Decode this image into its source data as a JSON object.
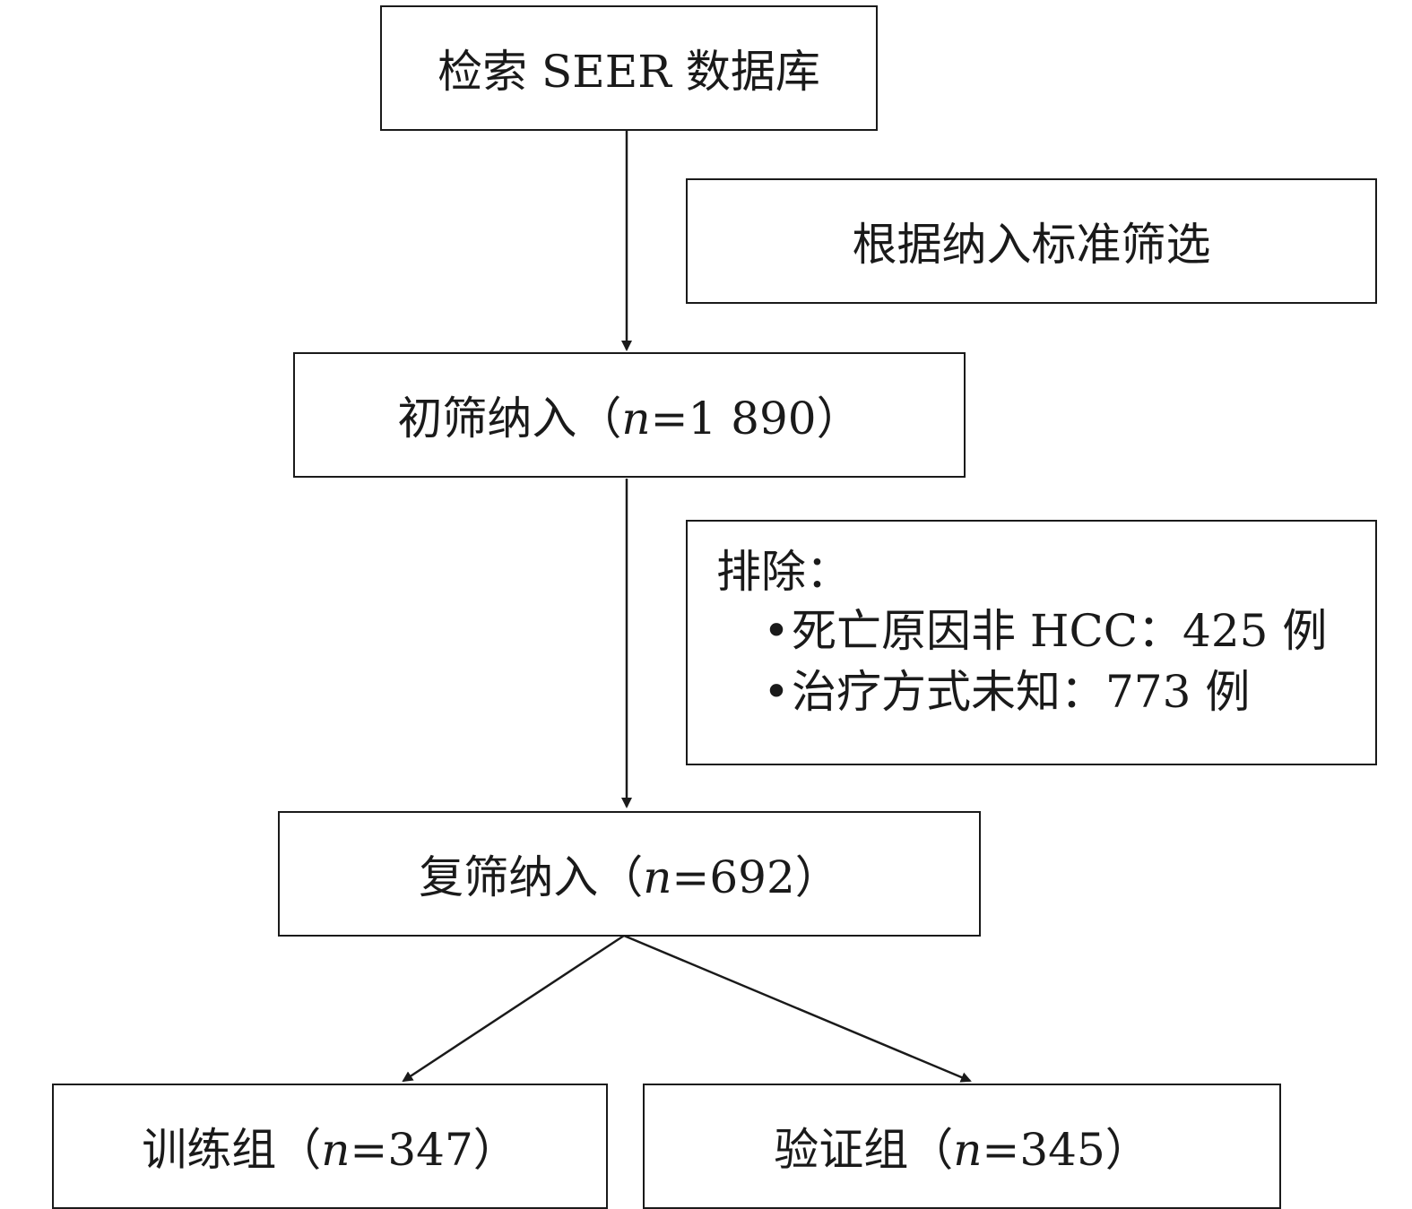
{
  "diagram": {
    "boxes": {
      "search": "检索 SEER 数据库",
      "criteria": "根据纳入标准筛选",
      "initial": {
        "prefix": "初筛纳入（",
        "n": "n",
        "rest": "=1 890）"
      },
      "exclusion": {
        "title": "排除：",
        "items": [
          {
            "bullet": "•",
            "text": "死亡原因非 HCC：425 例"
          },
          {
            "bullet": "•",
            "text": "治疗方式未知：773 例"
          }
        ]
      },
      "rescreen": {
        "prefix": "复筛纳入（",
        "n": "n",
        "rest": "=692）"
      },
      "training": {
        "prefix": "训练组（",
        "n": "n",
        "rest": "=347）"
      },
      "validation": {
        "prefix": "验证组（",
        "n": "n",
        "rest": "=345）"
      }
    },
    "colors": {
      "stroke": "#1a1a1a",
      "background": "#ffffff"
    }
  }
}
